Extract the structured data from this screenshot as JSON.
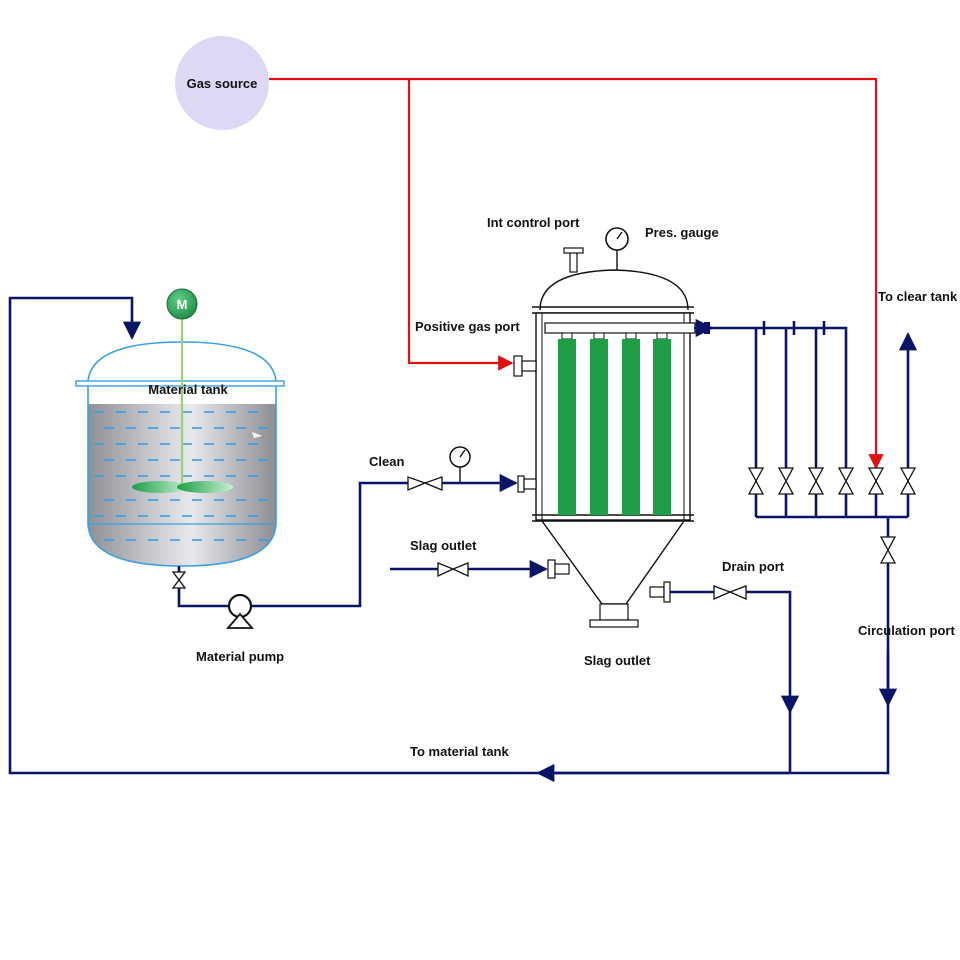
{
  "labels": {
    "gas_source": "Gas source",
    "int_control_port": "Int control port",
    "pres_gauge": "Pres. gauge",
    "positive_gas_port": "Positive gas port",
    "to_clear_tank": "To clear tank",
    "material_tank": "Material tank",
    "clean": "Clean",
    "slag_outlet_inlet": "Slag outlet",
    "drain_port": "Drain port",
    "circulation_port": "Circulation port",
    "material_pump": "Material pump",
    "slag_outlet_bottom": "Slag outlet",
    "to_material_tank": "To material tank"
  },
  "motor": {
    "symbol": "M"
  },
  "colors": {
    "liquid_pipe": "#0a1466",
    "gas_pipe": "#e01010",
    "filter_element": "#1e9e45",
    "gas_source_fill": "#ddd8f4",
    "motor_fill": "#1f8a45",
    "tank_liquid": "#a8aab0",
    "tank_outline": "#3aa0e0"
  }
}
